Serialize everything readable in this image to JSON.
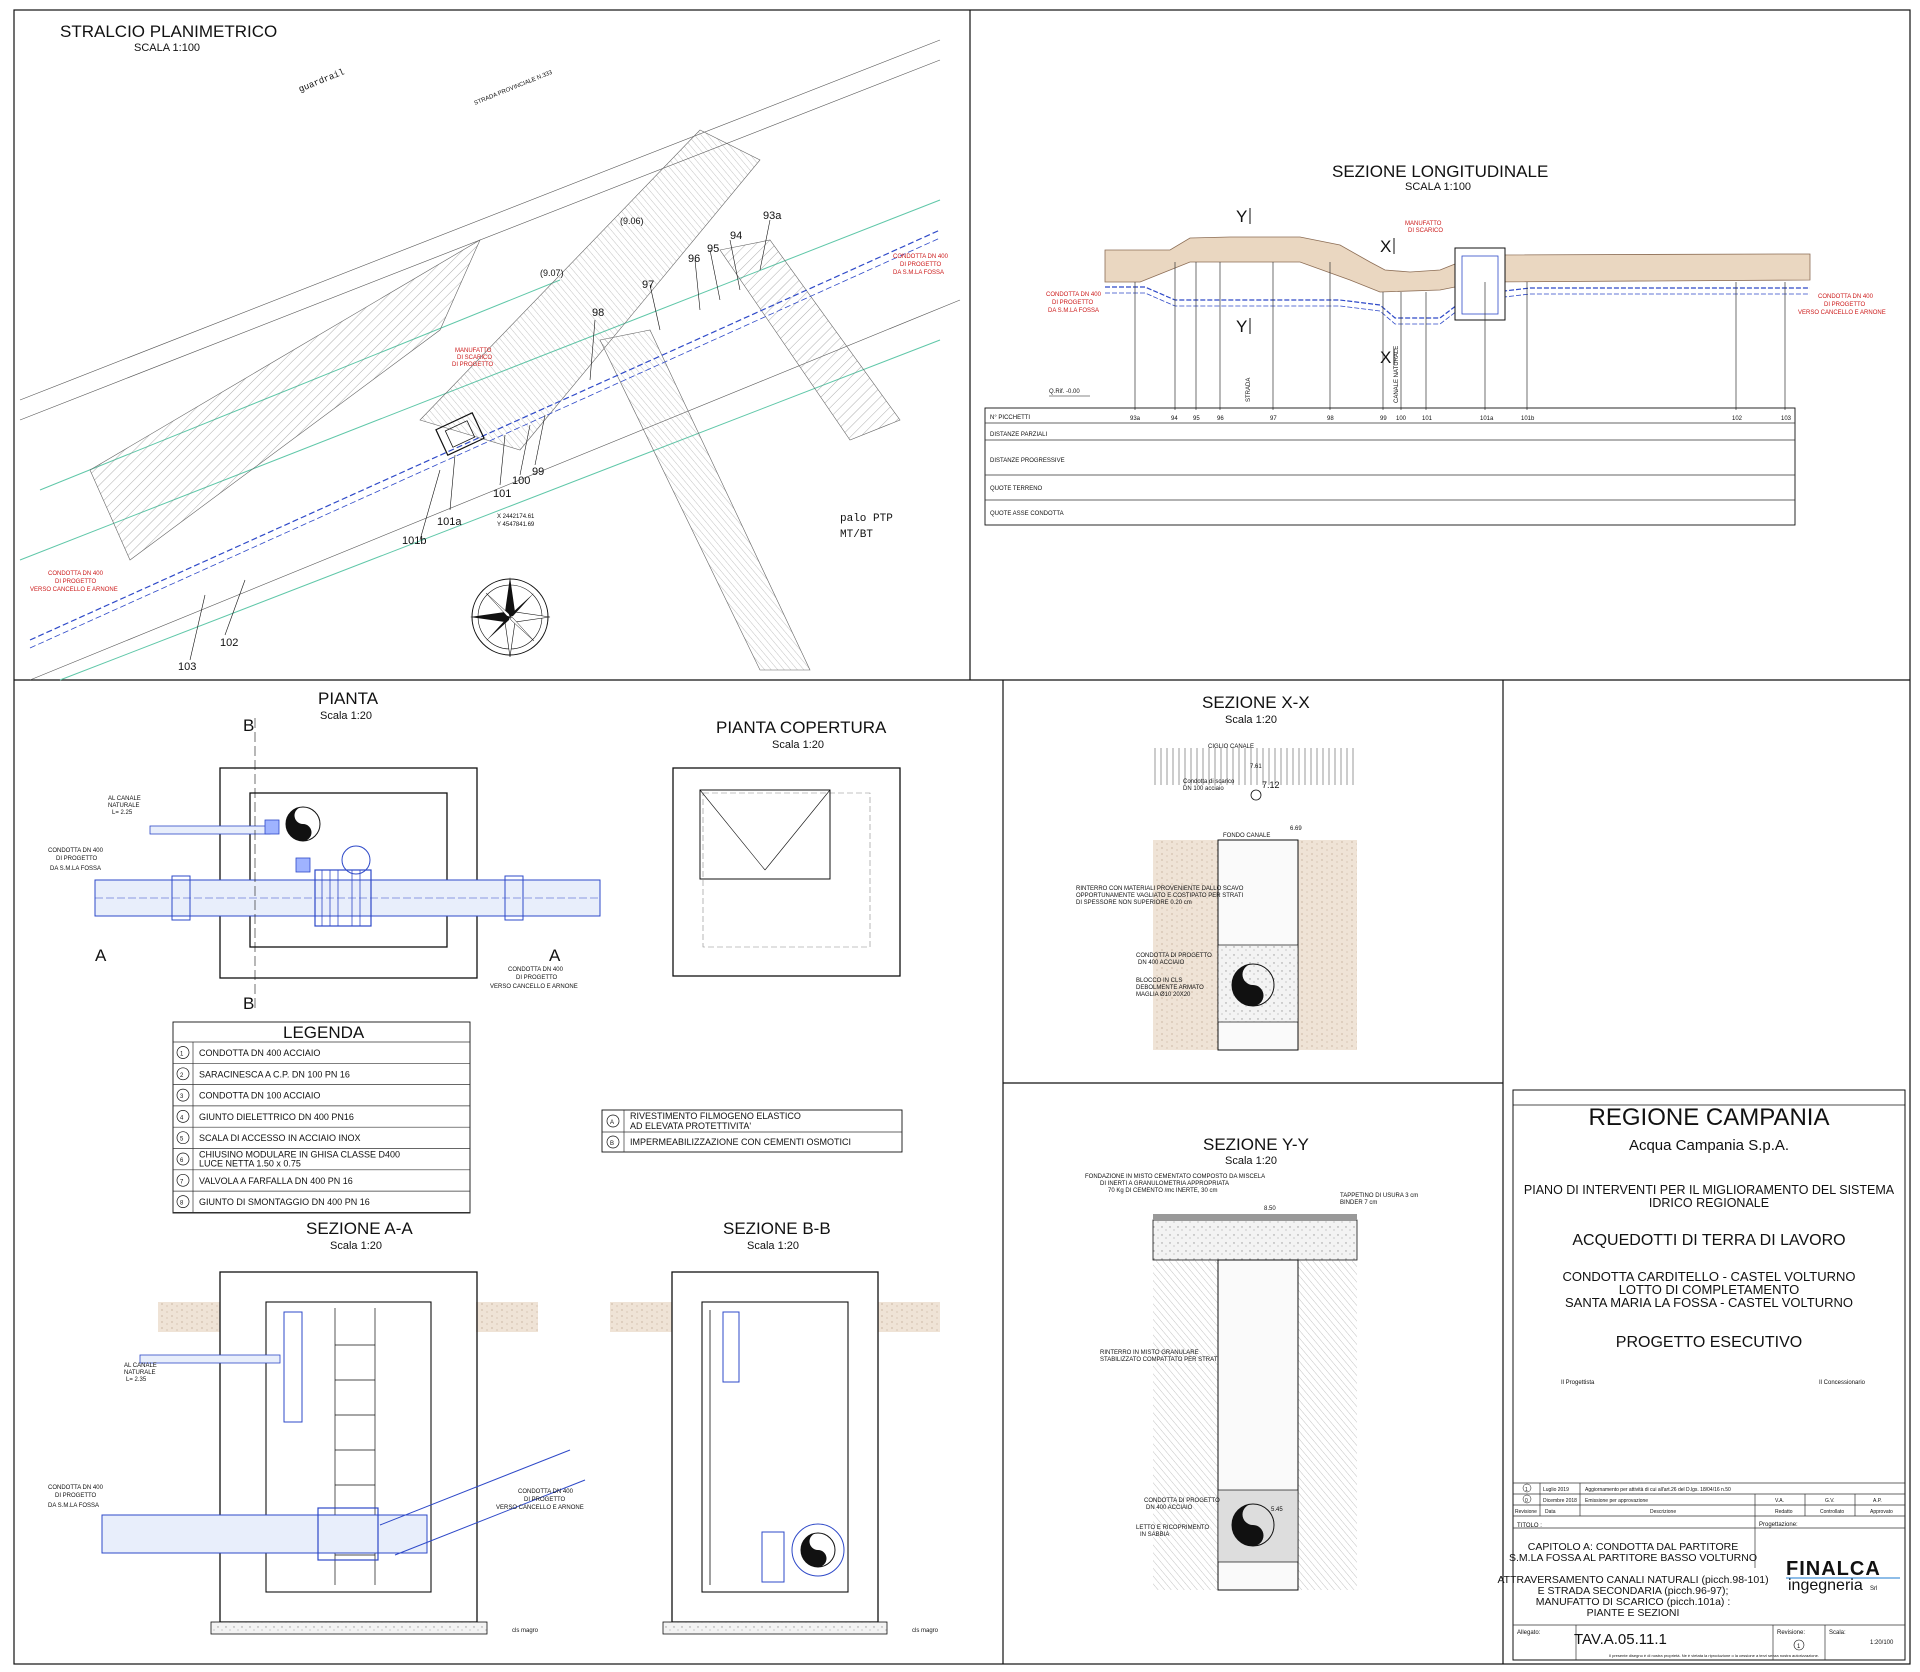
{
  "plan": {
    "title": "STRALCIO PLANIMETRICO",
    "scale": "SCALA 1:100",
    "guardrail": "guardrail",
    "road": "STRADA PROVINCIALE N.333",
    "pipe_right": [
      "CONDOTTA DN 400",
      "DI PROGETTO",
      "DA S.M.LA FOSSA"
    ],
    "pipe_left": [
      "CONDOTTA DN 400",
      "DI PROGETTO",
      "VERSO CANCELLO E ARNONE"
    ],
    "manufatto": [
      "MANUFATTO",
      "DI SCARICO",
      "DI PROGETTO"
    ],
    "coord_x": "X 2442174.61",
    "coord_y": "Y 4547841.69",
    "palo": [
      "palo PTP",
      "MT/BT"
    ],
    "picchetti": [
      "93a",
      "94",
      "95",
      "96",
      "97",
      "98",
      "99",
      "100",
      "101",
      "101a",
      "101b",
      "102",
      "103"
    ],
    "marks": [
      "(9.06)",
      "(9.07)"
    ]
  },
  "profile": {
    "title": "SEZIONE LONGITUDINALE",
    "scale": "SCALA 1:100",
    "y_mark": "Y",
    "x_mark": "X",
    "manufatto": [
      "MANUFATTO",
      "DI SCARICO"
    ],
    "pipe_left": [
      "CONDOTTA DN 400",
      "DI PROGETTO",
      "DA S.M.LA FOSSA"
    ],
    "pipe_right": [
      "CONDOTTA DN 400",
      "DI PROGETTO",
      "VERSO CANCELLO E ARNONE"
    ],
    "strada": "STRADA",
    "canale": "CANALE NATURALE",
    "qrif": "Q.Rif. -0.00",
    "rows": [
      "N° PICCHETTI",
      "DISTANZE PARZIALI",
      "DISTANZE PROGRESSIVE",
      "QUOTE TERRENO",
      "QUOTE ASSE CONDOTTA"
    ],
    "stations": [
      "93a",
      "94",
      "95",
      "96",
      "97",
      "98",
      "99",
      "100",
      "101",
      "101a",
      "101b",
      "102",
      "103"
    ]
  },
  "pianta": {
    "title": "PIANTA",
    "scale": "Scala 1:20",
    "section_b": "B",
    "section_a": "A",
    "al_canale": [
      "AL CANALE",
      "NATURALE",
      "L= 2.25"
    ],
    "pipe_in": [
      "CONDOTTA DN 400",
      "DI PROGETTO",
      "DA S.M.LA FOSSA"
    ],
    "pipe_out": [
      "CONDOTTA DN 400",
      "DI PROGETTO",
      "VERSO CANCELLO E ARNONE"
    ]
  },
  "copertura": {
    "title": "PIANTA COPERTURA",
    "scale": "Scala 1:20"
  },
  "legend": {
    "title": "LEGENDA",
    "items": [
      {
        "n": "1",
        "t": "CONDOTTA DN 400 ACCIAIO"
      },
      {
        "n": "2",
        "t": "SARACINESCA A C.P. DN 100 PN 16"
      },
      {
        "n": "3",
        "t": "CONDOTTA DN 100 ACCIAIO"
      },
      {
        "n": "4",
        "t": "GIUNTO DIELETTRICO DN 400 PN16"
      },
      {
        "n": "5",
        "t": "SCALA DI ACCESSO IN ACCIAIO INOX"
      },
      {
        "n": "6",
        "t": "CHIUSINO MODULARE  IN GHISA CLASSE D400",
        "t2": "LUCE NETTA 1.50 x 0.75"
      },
      {
        "n": "7",
        "t": "VALVOLA A FARFALLA DN 400 PN 16"
      },
      {
        "n": "8",
        "t": "GIUNTO DI SMONTAGGIO DN 400 PN 16"
      }
    ],
    "coatings": [
      {
        "n": "A",
        "t": "RIVESTIMENTO FILMOGENO ELASTICO",
        "t2": "AD ELEVATA PROTETTIVITA'"
      },
      {
        "n": "B",
        "t": "IMPERMEABILIZZAZIONE CON CEMENTI OSMOTICI"
      }
    ]
  },
  "sec_aa": {
    "title": "SEZIONE  A-A",
    "scale": "Scala 1:20",
    "cls": "cls magro",
    "al_canale": [
      "AL CANALE",
      "NATURALE",
      "L= 2.35"
    ],
    "pipe_in": [
      "CONDOTTA DN 400",
      "DI PROGETTO",
      "DA S.M.LA FOSSA"
    ],
    "pipe_out": [
      "CONDOTTA DN 400",
      "DI PROGETTO",
      "VERSO CANCELLO E ARNONE"
    ]
  },
  "sec_bb": {
    "title": "SEZIONE  B-B",
    "scale": "Scala 1:20",
    "cls": "cls magro"
  },
  "sec_xx": {
    "title": "SEZIONE X-X",
    "scale": "Scala 1:20",
    "ciglio": "CIGLIO CANALE",
    "fondo": "FONDO CANALE",
    "scarico": [
      "Condotta di scarico",
      "DN 100 acciaio"
    ],
    "rinterro": [
      "RINTERRO CON MATERIALI PROVENIENTE DALLO SCAVO",
      "OPPORTUNAMENTE VAGLIATO E COSTIPATO PER STRATI",
      "DI SPESSORE NON SUPERIORE 0.20 cm"
    ],
    "condotta": [
      "CONDOTTA DI PROGETTO",
      "DN 400 ACCIAIO"
    ],
    "blocco": [
      "BLOCCO IN CLS",
      "DEBOLMENTE ARMATO",
      "MAGLIA Ø10 20X20"
    ],
    "q1": "7.61",
    "q2": "7.12",
    "q3": "6.69"
  },
  "sec_yy": {
    "title": "SEZIONE Y-Y",
    "scale": "Scala 1:20",
    "fondazione": [
      "FONDAZIONE IN MISTO CEMENTATO COMPOSTO DA MISCELA",
      "DI INERTI A GRANULOMETRIA APPROPRIATA",
      "70 Kg DI CEMENTO /mc INERTE, 30 cm"
    ],
    "tappetino": [
      "TAPPETINO DI USURA 3 cm",
      "BINDER 7 cm"
    ],
    "rinterro": [
      "RINTERRO IN MISTO GRANULARE",
      "STABILIZZATO COMPATTATO PER STRATI"
    ],
    "condotta": [
      "CONDOTTA DI PROGETTO",
      "DN 400 ACCIAIO"
    ],
    "letto": [
      "LETTO E RICOPRIMENTO",
      "IN SABBIA"
    ],
    "q1": "8.50",
    "q2": "5.45"
  },
  "titleblock": {
    "region": "REGIONE CAMPANIA",
    "company": "Acqua Campania S.p.A.",
    "plan": [
      "PIANO DI INTERVENTI PER IL MIGLIORAMENTO DEL SISTEMA",
      "IDRICO REGIONALE"
    ],
    "project": "ACQUEDOTTI DI TERRA DI LAVORO",
    "work": [
      "CONDOTTA CARDITELLO - CASTEL VOLTURNO",
      "LOTTO DI COMPLETAMENTO",
      "SANTA MARIA LA FOSSA - CASTEL VOLTURNO"
    ],
    "phase": "PROGETTO ESECUTIVO",
    "progettista": "Il Progettista",
    "concessionario": "Il Concessionario",
    "revisions": [
      {
        "n": "1",
        "date": "Luglio 2019",
        "desc": "Aggiornamento per attività di cui all'art.26 del D.lgs. 18/04/16 n.50",
        "r": "",
        "c": "",
        "a": ""
      },
      {
        "n": "0",
        "date": "Dicembre 2018",
        "desc": "Emissione per approvazione",
        "r": "V.A.",
        "c": "G.V.",
        "a": "A.P."
      }
    ],
    "headers": [
      "Revisione",
      "Data",
      "Descrizione",
      "Redatto",
      "Controllato",
      "Approvato"
    ],
    "titolo_label": "TITOLO :",
    "progettazione_label": "Progettazione:",
    "titolo": [
      "CAPITOLO A: CONDOTTA DAL PARTITORE",
      "S.M.LA FOSSA AL PARTITORE BASSO VOLTURNO",
      "",
      "ATTRAVERSAMENTO CANALI NATURALI (picch.98-101)",
      "E STRADA SECONDARIA (picch.96-97);",
      "MANUFATTO DI SCARICO (picch.101a) :",
      "PIANTE E SEZIONI"
    ],
    "logo_main": "FINALCA",
    "logo_sub": "ingegneria",
    "logo_srl": "Srl",
    "allegato_label": "Allegato:",
    "allegato": "TAV.A.05.11.1",
    "revisione_label": "Revisione:",
    "revisione": "1",
    "scala_label": "Scala:",
    "scala": "1:20/100",
    "footer": "Il presente disegno è di nostra proprietà. Ne è vietata la riproduzione o la cessione a terzi senza nostra autorizzazione."
  }
}
